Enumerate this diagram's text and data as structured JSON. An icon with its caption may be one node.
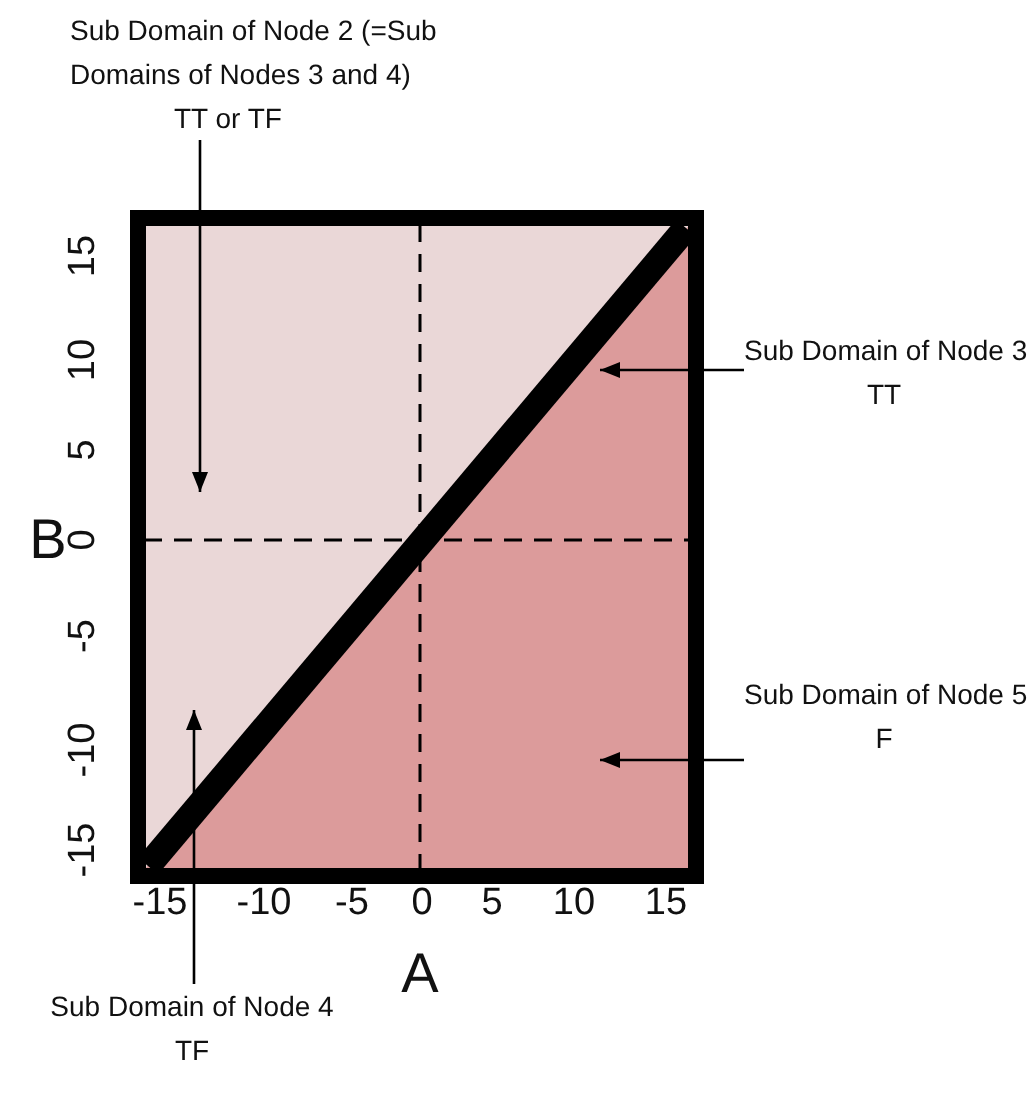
{
  "diagram": {
    "nodes": [
      {
        "text": [
          "Sub Domain of Node 2 (=Sub Domains of Nodes 3 and 4)",
          "TT or TF"
        ]
      },
      {
        "text": [
          "Sub Domain of Node 3",
          "TT"
        ]
      },
      {
        "text": [
          "Sub Domain of Node 5",
          "F"
        ]
      },
      {
        "text": [
          "Sub Domain of Node 4",
          "TF"
        ]
      },
      {
        "text": [],
        "shape": "triangle"
      },
      {
        "text": [],
        "shape": "triangle"
      }
    ],
    "edges": [
      {
        "from": 0,
        "to": 4,
        "arrow": "to"
      },
      {
        "from": 1,
        "to": 5,
        "arrow": "to"
      },
      {
        "from": 2,
        "to": 5,
        "arrow": "to"
      },
      {
        "from": 3,
        "to": 4,
        "arrow": "to"
      }
    ],
    "labels": [
      "15",
      "10",
      "5",
      "0",
      "-5",
      "-10",
      "-15",
      "B",
      "-15",
      "-10",
      "-5",
      "0",
      "5",
      "10",
      "15",
      "A"
    ]
  }
}
